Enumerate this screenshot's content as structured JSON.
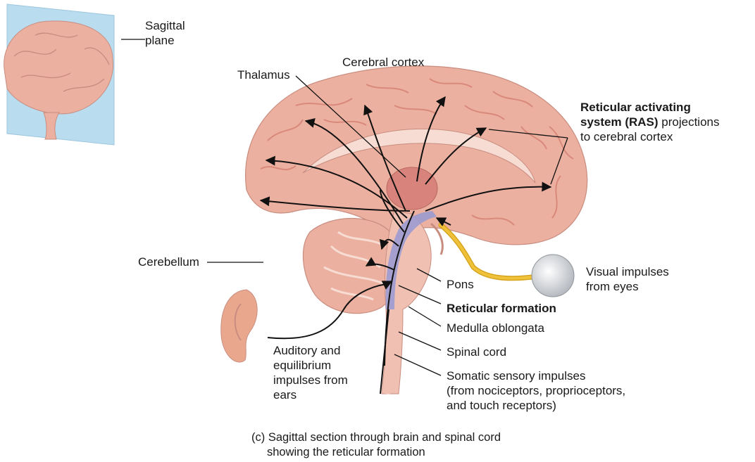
{
  "labels": {
    "sagittal_plane": "Sagittal\nplane",
    "cerebral_cortex": "Cerebral cortex",
    "thalamus": "Thalamus",
    "ras_bold": "Reticular activating\nsystem (RAS)",
    "ras_rest1": " projections",
    "ras_rest2": "to cerebral cortex",
    "cerebellum": "Cerebellum",
    "visual_impulses": "Visual impulses\nfrom eyes",
    "pons": "Pons",
    "reticular_formation": "Reticular formation",
    "medulla": "Medulla oblongata",
    "spinal_cord": "Spinal cord",
    "somatic": "Somatic sensory impulses\n(from nociceptors, proprioceptors,\nand touch receptors)",
    "auditory": "Auditory and\nequilibrium\nimpulses from\nears"
  },
  "caption": {
    "line1": "(c) Sagittal section through brain and spinal cord",
    "line2": "showing the reticular formation"
  },
  "colors": {
    "brain": "#ecb0a0",
    "brain_dark": "#d9897a",
    "plane": "#b9dcee",
    "thalamus": "#d8847c",
    "ras": "#9b9bd0",
    "optic": "#f0c23a"
  }
}
